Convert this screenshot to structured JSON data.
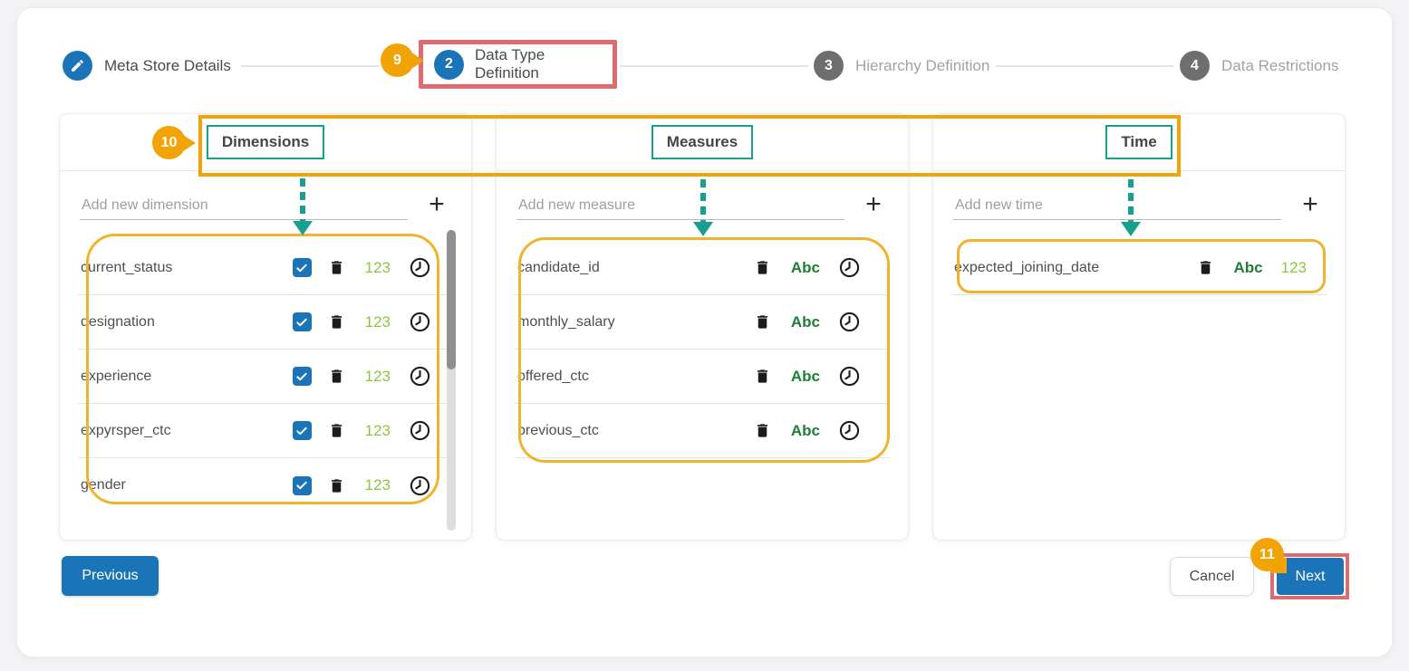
{
  "stepper": {
    "step1_label": "Meta Store Details",
    "step2_number": "2",
    "step2_label": "Data Type Definition",
    "step3_number": "3",
    "step3_label": "Hierarchy Definition",
    "step4_number": "4",
    "step4_label": "Data Restrictions"
  },
  "annotations": {
    "badge_9": "9",
    "badge_10": "10",
    "badge_11": "11"
  },
  "dimensions": {
    "title": "Dimensions",
    "placeholder": "Add new dimension",
    "add_icon": "+",
    "numeric_label": "123",
    "items": [
      "current_status",
      "designation",
      "experience",
      "expyrsper_ctc",
      "gender"
    ]
  },
  "measures": {
    "title": "Measures",
    "placeholder": "Add new measure",
    "add_icon": "+",
    "text_label": "Abc",
    "items": [
      "candidate_id",
      "monthly_salary",
      "offered_ctc",
      "previous_ctc"
    ]
  },
  "time": {
    "title": "Time",
    "placeholder": "Add new time",
    "add_icon": "+",
    "text_label": "Abc",
    "numeric_label": "123",
    "items": [
      "expected_joining_date"
    ]
  },
  "footer": {
    "previous": "Previous",
    "cancel": "Cancel",
    "next": "Next"
  },
  "colors": {
    "primary_blue": "#1b74b8",
    "inactive_gray": "#6e6e6e",
    "annotation_orange": "#f2a407",
    "outline_gold": "#f2b32c",
    "annotation_red": "#dd6b6f",
    "teal_accent": "#17a08e",
    "numeric_green": "#8cc63f",
    "text_green": "#1e7e34"
  }
}
